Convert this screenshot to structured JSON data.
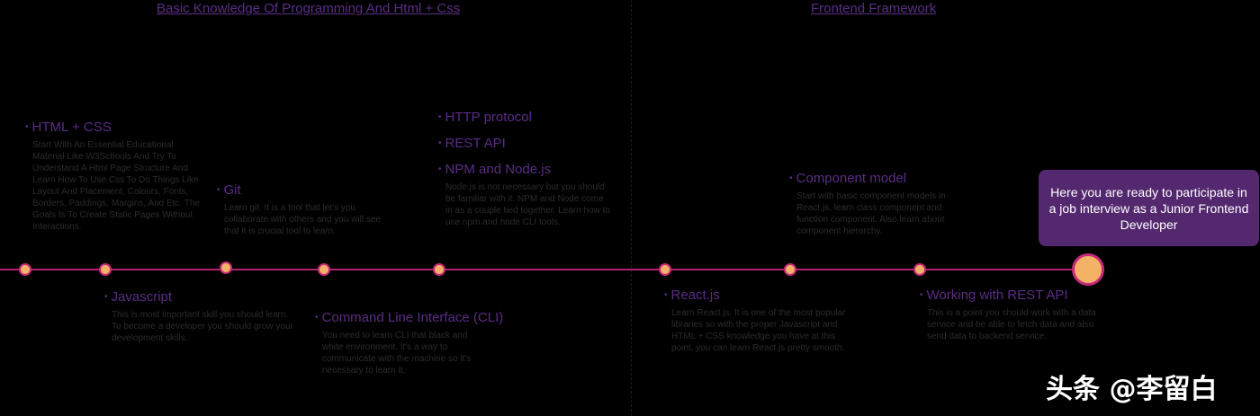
{
  "sections": [
    {
      "title": "Basic Knowledge Of Programming And Html + Css"
    },
    {
      "title": "Frontend Framework"
    }
  ],
  "topics": [
    {
      "title": "HTML + CSS",
      "desc": "Start With An Essential Educational Material Like W3Schools And Try To Understand A Html Page Structure And Learn How To Use Css To Do Things Like Layout And Placement, Colours, Fonts, Borders, Paddings, Margins, And Etc. The Goals Is To Create Static Pages Without Interactions."
    },
    {
      "title": "Javascript",
      "desc": "This is most important skill you should learn. To become a developer you should grow your development skills."
    },
    {
      "title": "Git",
      "desc": "Learn git. It is a tool that let's you collaborate with others and you will see that it is crucial tool to learn."
    },
    {
      "title": "Command Line Interface (CLI)",
      "desc": "You need to learn CLI that black and white environment. It's a way to communicate with the machine so it's necessary to learn it."
    },
    {
      "title": "HTTP protocol"
    },
    {
      "title": "REST API"
    },
    {
      "title": "NPM and Node.js",
      "desc": "Node.js is not necessary but you should be familiar with it. NPM and Node come in as a couple tied together. Learn how to use npm and node CLI tools."
    },
    {
      "title": "React.js",
      "desc": "Learn React.js. It is one of the most popular libraries so with the proper Javascript and HTML + CSS knowledge you have at this point, you can learn React.js pretty smooth."
    },
    {
      "title": "Component model",
      "desc": "Start with basic component models in React.js, learn class component and function component. Also learn about component hierarchy."
    },
    {
      "title": "Working with REST API",
      "desc": "This is a point you should work with a data service and be able to fetch data and also send data to backend service."
    }
  ],
  "finish": "Here you are ready to participate in a job interview as a Junior Frontend Developer",
  "watermark": "头条 @李留白",
  "colors": {
    "background": "#000000",
    "timeline": "#b0246a",
    "dot_fill": "#f4b266",
    "heading": "#5b2c86",
    "finish_box": "#53286f"
  }
}
